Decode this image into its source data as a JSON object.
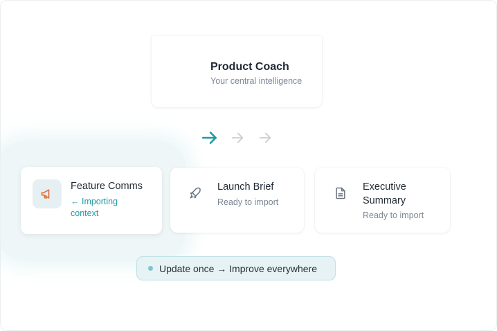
{
  "coach_card": {
    "title": "Product Coach",
    "subtitle": "Your central intelligence"
  },
  "flow": {
    "arrows": [
      {
        "icon": "arrow-right-icon",
        "state": "active",
        "color": "#1f9aa5"
      },
      {
        "icon": "arrow-right-icon",
        "state": "inactive",
        "color": "#c9ced4"
      },
      {
        "icon": "arrow-right-icon",
        "state": "inactive",
        "color": "#c9ced4"
      }
    ]
  },
  "cards": [
    {
      "title": "Feature Comms",
      "status": "← Importing context",
      "icon": "megaphone-icon",
      "state": "importing"
    },
    {
      "title": "Launch Brief",
      "status": "Ready to import",
      "icon": "rocket-icon",
      "state": "ready"
    },
    {
      "title": "Executive Summary",
      "status": "Ready to import",
      "icon": "document-icon",
      "state": "ready"
    }
  ],
  "footer_pill": {
    "text": "Update once → Improve everywhere"
  },
  "colors": {
    "accent_teal": "#1f9aa5",
    "icon_orange": "#e0703a",
    "muted_text": "#7b8794",
    "pill_background": "#e7f2f5",
    "pill_dot": "#7ec4d0"
  }
}
